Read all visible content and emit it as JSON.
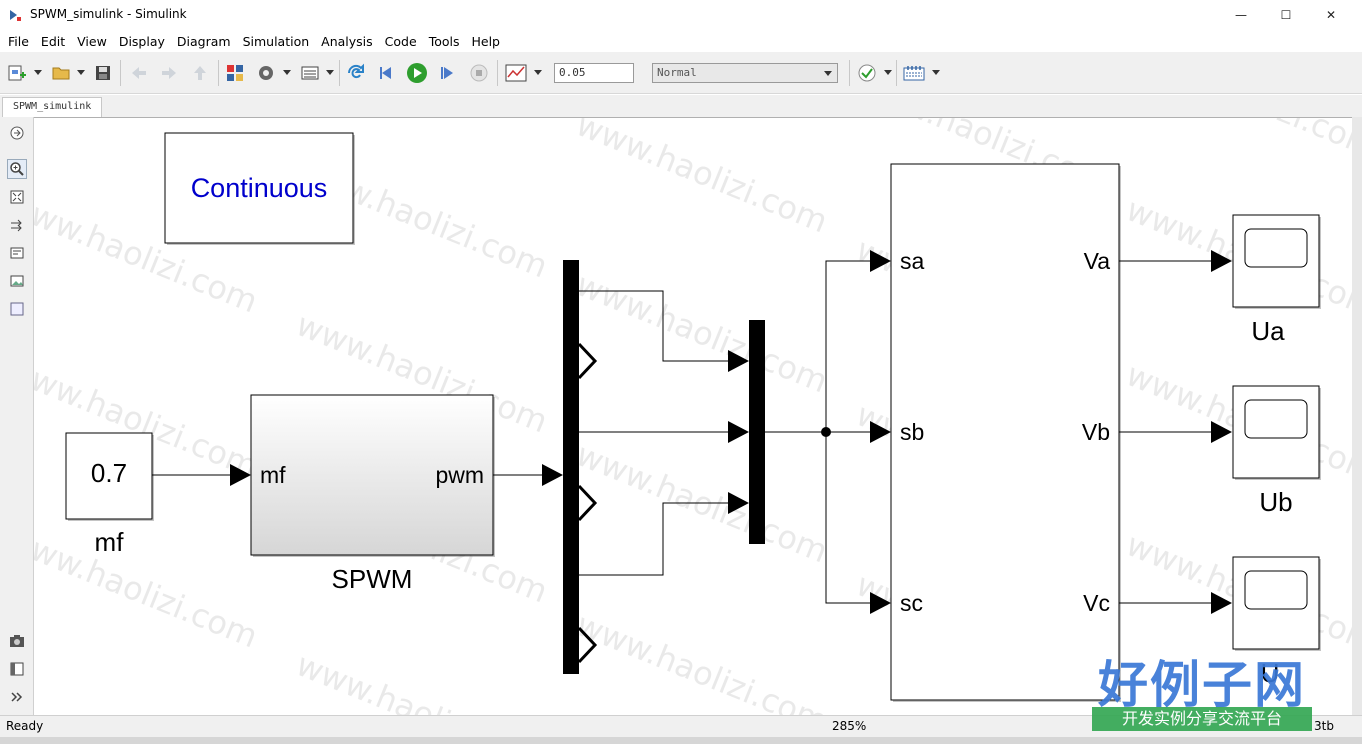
{
  "window": {
    "title": "SPWM_simulink - Simulink",
    "minimize": "—",
    "maximize": "☐",
    "close": "✕"
  },
  "menu": [
    "File",
    "Edit",
    "View",
    "Display",
    "Diagram",
    "Simulation",
    "Analysis",
    "Code",
    "Tools",
    "Help"
  ],
  "toolbar": {
    "stop_time": "0.05",
    "sim_mode": "Normal"
  },
  "tab": {
    "label": "SPWM_simulink"
  },
  "diagram": {
    "continuous_block": "Continuous",
    "constant": {
      "value": "0.7",
      "name": "mf"
    },
    "spwm": {
      "name": "SPWM",
      "in_port": "mf",
      "out_port": "pwm"
    },
    "inverter": {
      "inputs": [
        "sa",
        "sb",
        "sc"
      ],
      "outputs": [
        "Va",
        "Vb",
        "Vc"
      ]
    },
    "scopes": [
      "Ua",
      "Ub",
      "U"
    ]
  },
  "status": {
    "text": "Ready",
    "zoom": "285%",
    "solver": "3tb"
  },
  "watermark": {
    "text": "www.haolizi.com",
    "logo_title": "好例子网",
    "logo_subtitle": "开发实例分享交流平台"
  },
  "colors": {
    "continuous_text": "#0000cc",
    "play_green": "#2e9e2e",
    "logo_blue": "#3a78d6",
    "logo_green": "#35a854"
  }
}
